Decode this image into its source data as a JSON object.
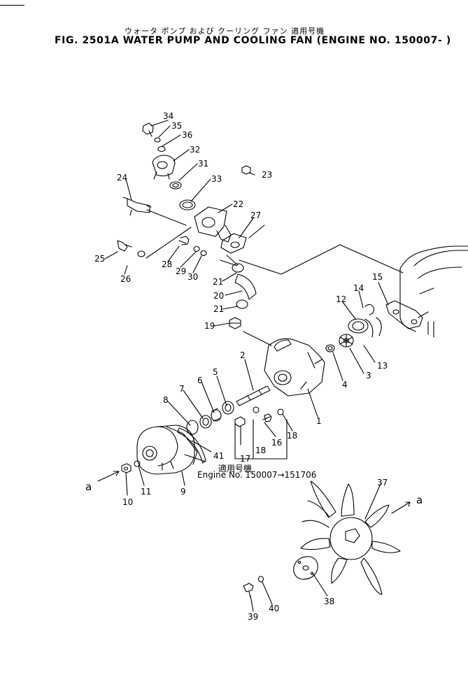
{
  "title": {
    "japanese": "ウォータ ポンプ および クーリング ファン   適用号機",
    "english": "FIG. 2501A  WATER PUMP AND COOLING FAN (ENGINE NO. 150007- )"
  },
  "note": {
    "jp": "適用号機",
    "engine_range": "Engine No. 150007→151706"
  },
  "callouts": [
    "1",
    "2",
    "3",
    "4",
    "5",
    "6",
    "7",
    "8",
    "9",
    "10",
    "11",
    "12",
    "13",
    "14",
    "15",
    "16",
    "17",
    "18",
    "19",
    "20",
    "21",
    "22",
    "23",
    "24",
    "25",
    "26",
    "27",
    "28",
    "29",
    "30",
    "31",
    "32",
    "33",
    "34",
    "35",
    "36",
    "37",
    "38",
    "39",
    "40",
    "41"
  ],
  "labels": {
    "1": "1",
    "2": "2",
    "3": "3",
    "4": "4",
    "5": "5",
    "6": "6",
    "7": "7",
    "8": "8",
    "9": "9",
    "10": "10",
    "11": "11",
    "12": "12",
    "13": "13",
    "14": "14",
    "15": "15",
    "16": "16",
    "17": "17",
    "18a": "18",
    "18b": "18",
    "19": "19",
    "20": "20",
    "21a": "21",
    "21b": "21",
    "22": "22",
    "23": "23",
    "24": "24",
    "25": "25",
    "26": "26",
    "27": "27",
    "28": "28",
    "29": "29",
    "30": "30",
    "31": "31",
    "32": "32",
    "33": "33",
    "34": "34",
    "35": "35",
    "36": "36",
    "37": "37",
    "38": "38",
    "39": "39",
    "40": "40",
    "41": "41",
    "a_left": "a",
    "a_right": "a"
  },
  "colors": {
    "ink": "#000000",
    "paper": "#ffffff"
  }
}
